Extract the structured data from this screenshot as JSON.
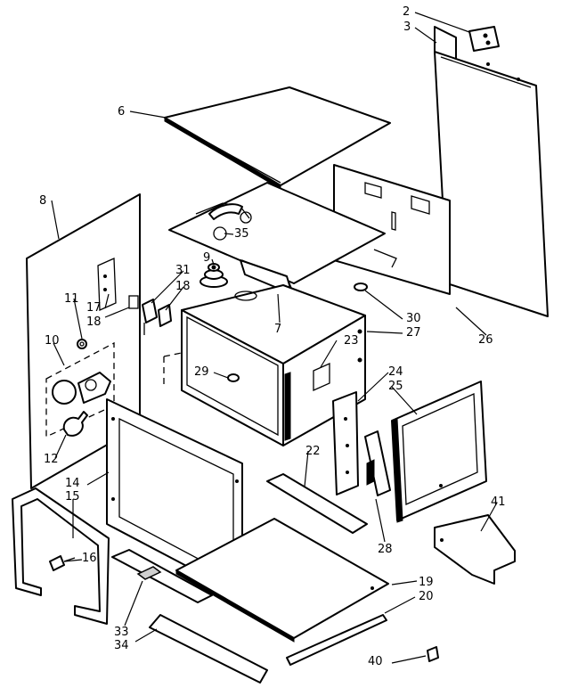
{
  "diagram": {
    "callouts": [
      {
        "id": "2",
        "label": "2"
      },
      {
        "id": "3",
        "label": "3"
      },
      {
        "id": "6",
        "label": "6"
      },
      {
        "id": "8",
        "label": "8"
      },
      {
        "id": "35",
        "label": "35"
      },
      {
        "id": "9",
        "label": "9"
      },
      {
        "id": "31",
        "label": "31"
      },
      {
        "id": "18a",
        "label": "18"
      },
      {
        "id": "11",
        "label": "11"
      },
      {
        "id": "17",
        "label": "17"
      },
      {
        "id": "18b",
        "label": "18"
      },
      {
        "id": "7",
        "label": "7"
      },
      {
        "id": "30",
        "label": "30"
      },
      {
        "id": "27",
        "label": "27"
      },
      {
        "id": "26",
        "label": "26"
      },
      {
        "id": "10",
        "label": "10"
      },
      {
        "id": "23",
        "label": "23"
      },
      {
        "id": "24",
        "label": "24"
      },
      {
        "id": "25",
        "label": "25"
      },
      {
        "id": "29",
        "label": "29"
      },
      {
        "id": "12",
        "label": "12"
      },
      {
        "id": "22",
        "label": "22"
      },
      {
        "id": "14",
        "label": "14"
      },
      {
        "id": "15",
        "label": "15"
      },
      {
        "id": "41",
        "label": "41"
      },
      {
        "id": "16",
        "label": "16"
      },
      {
        "id": "28",
        "label": "28"
      },
      {
        "id": "19",
        "label": "19"
      },
      {
        "id": "20",
        "label": "20"
      },
      {
        "id": "33",
        "label": "33"
      },
      {
        "id": "34",
        "label": "34"
      },
      {
        "id": "40",
        "label": "40"
      }
    ]
  }
}
